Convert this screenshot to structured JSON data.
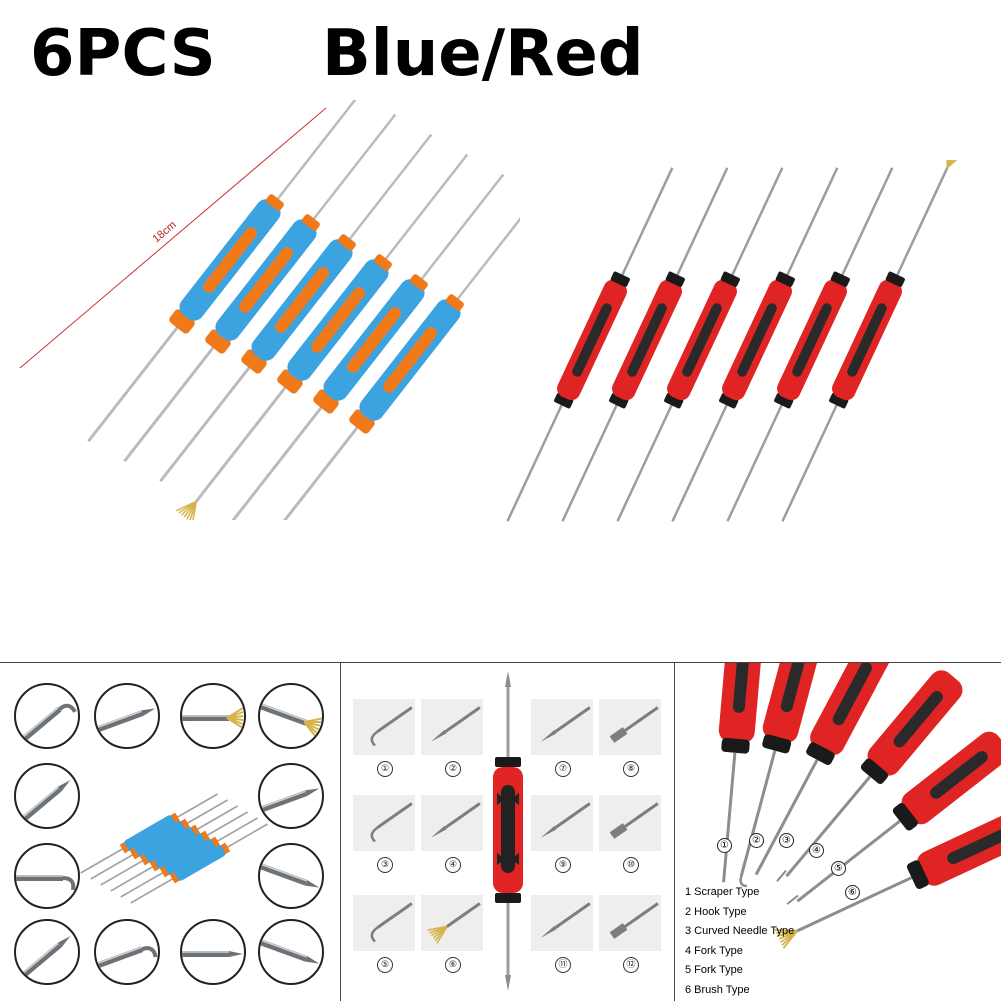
{
  "header": {
    "left_text": "6PCS",
    "right_text": "Blue/Red"
  },
  "hero": {
    "dimension_label": "18cm"
  },
  "panel_b": {
    "tip_numbers": [
      "①",
      "②",
      "⑦",
      "⑧",
      "③",
      "④",
      "⑨",
      "⑩",
      "⑤",
      "⑥",
      "⑪",
      "⑫"
    ]
  },
  "panel_c": {
    "tool_numbers": [
      "①",
      "②",
      "③",
      "④",
      "⑤",
      "⑥"
    ],
    "legend": [
      "1 Scraper Type",
      "2 Hook Type",
      "3 Curved Needle Type",
      "4 Fork Type",
      "5 Fork Type",
      "6 Brush Type"
    ]
  },
  "colors": {
    "blue_handle": "#3ba3e0",
    "orange_accent": "#f07a1a",
    "red_handle": "#e02424",
    "black_grip": "#1a1a1a",
    "steel": "#b8bcc0",
    "brass": "#d4b44a"
  }
}
